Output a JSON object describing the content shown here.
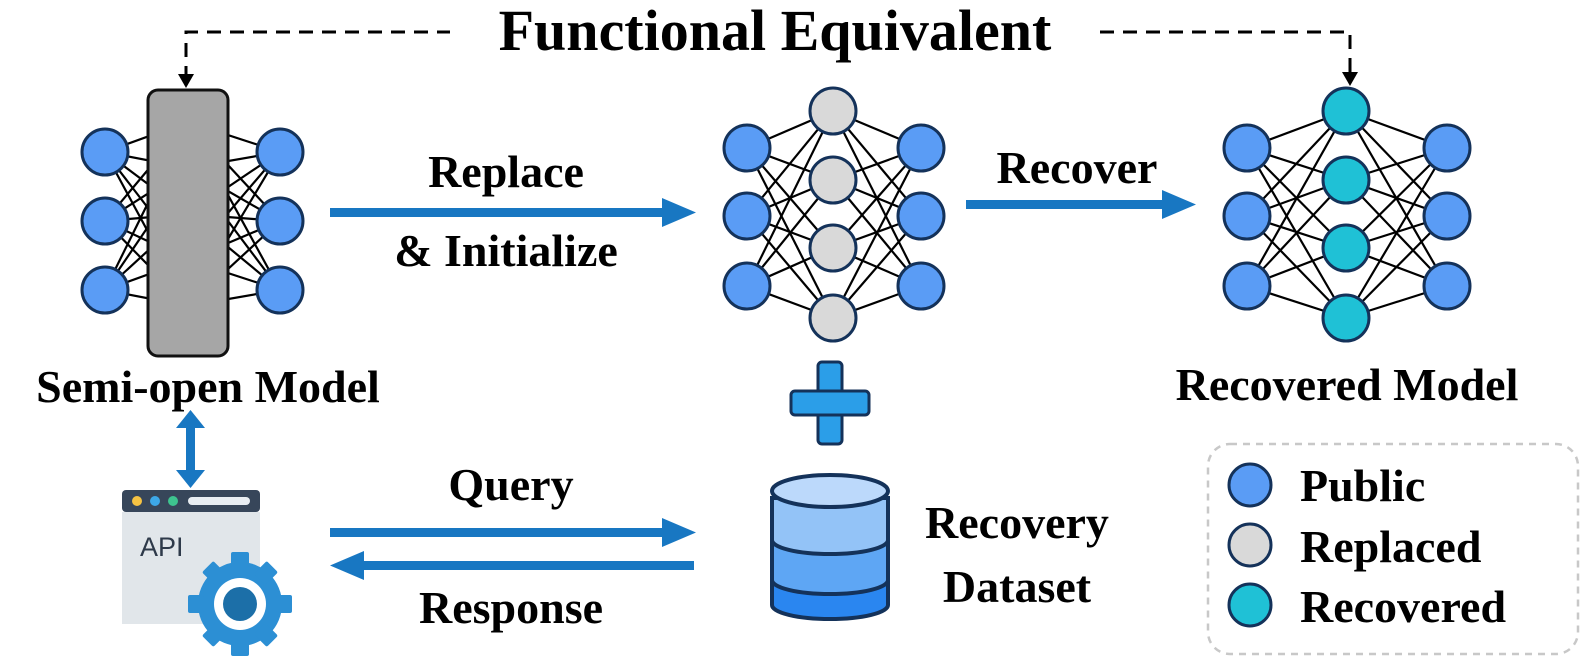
{
  "title": "Functional Equivalent",
  "models": {
    "semi_open": "Semi-open Model",
    "recovered": "Recovered Model"
  },
  "steps": {
    "replace_line1": "Replace",
    "replace_line2": "& Initialize",
    "recover": "Recover",
    "query": "Query",
    "response": "Response"
  },
  "dataset": {
    "line1": "Recovery",
    "line2": "Dataset"
  },
  "api": {
    "label": "API"
  },
  "legend": {
    "items": [
      {
        "label": "Public",
        "color": "#5a9cf5"
      },
      {
        "label": "Replaced",
        "color": "#d9d9d9"
      },
      {
        "label": "Recovered",
        "color": "#1fc1d6"
      }
    ]
  },
  "colors": {
    "public": "#5a9cf5",
    "replaced": "#d9d9d9",
    "recovered": "#1fc1d6",
    "arrow": "#1877c2",
    "blackbox": "#a6a6a6"
  }
}
